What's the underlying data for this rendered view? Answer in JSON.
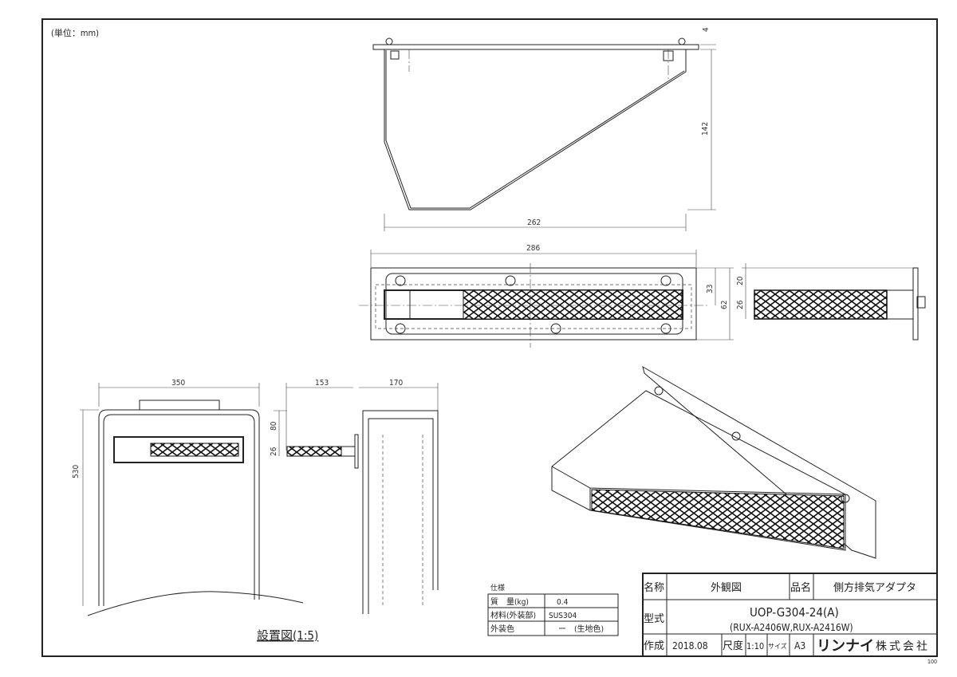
{
  "unit_note": "(単位：mm)",
  "dimensions": {
    "side_thickness": "4",
    "side_height": "142",
    "side_width": "262",
    "front_width": "286",
    "front_upper": "33",
    "front_height": "62",
    "end_top": "20",
    "end_opening": "26",
    "install_width": "350",
    "install_height": "530",
    "install_depth": "153",
    "install_side": "170",
    "install_offset": "80",
    "install_opening": "26"
  },
  "install_label": "設置図(1:5)",
  "spec": {
    "title": "仕様",
    "rows": [
      {
        "label": "質　量(kg)",
        "value": "0.4"
      },
      {
        "label": "材料(外装部)",
        "value": "SUS304"
      },
      {
        "label": "外装色",
        "value": "ー　(生地色)"
      }
    ]
  },
  "title_block": {
    "name_label": "名称",
    "name_value": "外観図",
    "product_label": "品名",
    "product_value": "側方排気アダプタ",
    "model_label": "型式",
    "model_value": "UOP-G304-24(A)",
    "model_sub": "(RUX-A2406W,RUX-A2416W)",
    "created_label": "作成",
    "created_value": "2018.08",
    "scale_label": "尺度",
    "scale_value": "1:10",
    "size_label": "サイズ",
    "size_value": "A3",
    "company_logo": "リンナイ",
    "company_suffix": "株式会社"
  },
  "sheet_number": "100"
}
